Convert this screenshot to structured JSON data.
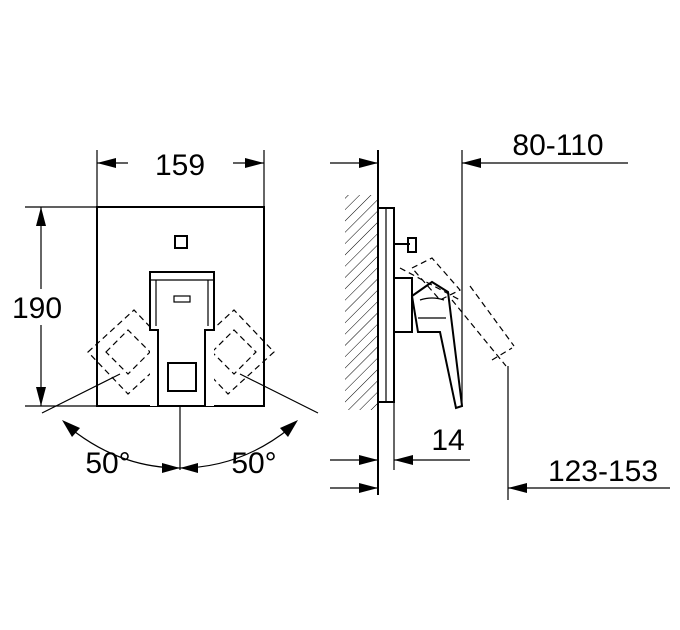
{
  "dimensions": {
    "front_width": "159",
    "front_height": "190",
    "angle_left": "50°",
    "angle_right": "50°",
    "projection": "80-110",
    "plate_depth": "14",
    "wall_projection": "123-153"
  }
}
